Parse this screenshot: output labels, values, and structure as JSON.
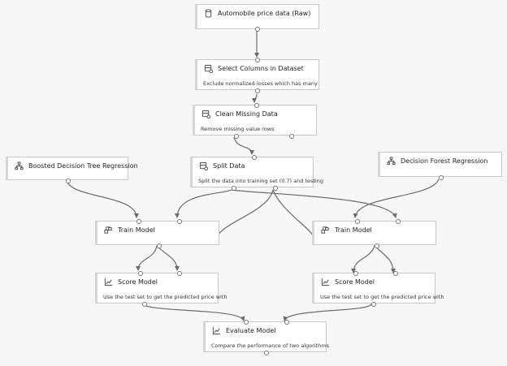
{
  "nodes": {
    "automobile": {
      "title": "Automobile price data (Raw)",
      "icon": "database-icon"
    },
    "select_columns": {
      "title": "Select Columns in Dataset",
      "desc": "Exclude normalized-losses which has many",
      "icon": "module-icon"
    },
    "clean_missing": {
      "title": "Clean Missing Data",
      "desc": "Remove missing value rows",
      "icon": "module-icon"
    },
    "boosted": {
      "title": "Boosted Decision Tree Regression",
      "icon": "tree-icon"
    },
    "split": {
      "title": "Split Data",
      "desc": "Split the data into training set (0.7) and testing",
      "icon": "module-icon"
    },
    "forest": {
      "title": "Decision Forest Regression",
      "icon": "tree-icon"
    },
    "train_left": {
      "title": "Train Model",
      "icon": "train-icon"
    },
    "train_right": {
      "title": "Train Model",
      "icon": "train-icon"
    },
    "score_left": {
      "title": "Score Model",
      "desc": "Use the test set to get the predicted price with",
      "icon": "score-icon"
    },
    "score_right": {
      "title": "Score Model",
      "desc": "Use the test set to get the predicted price with",
      "icon": "score-icon"
    },
    "evaluate": {
      "title": "Evaluate Model",
      "desc": "Compare the performance of two algorithms",
      "icon": "score-icon"
    }
  },
  "colors": {
    "connector": "#6b6b6b",
    "node_border": "#c8c8c8",
    "background": "#f7f7f7"
  }
}
